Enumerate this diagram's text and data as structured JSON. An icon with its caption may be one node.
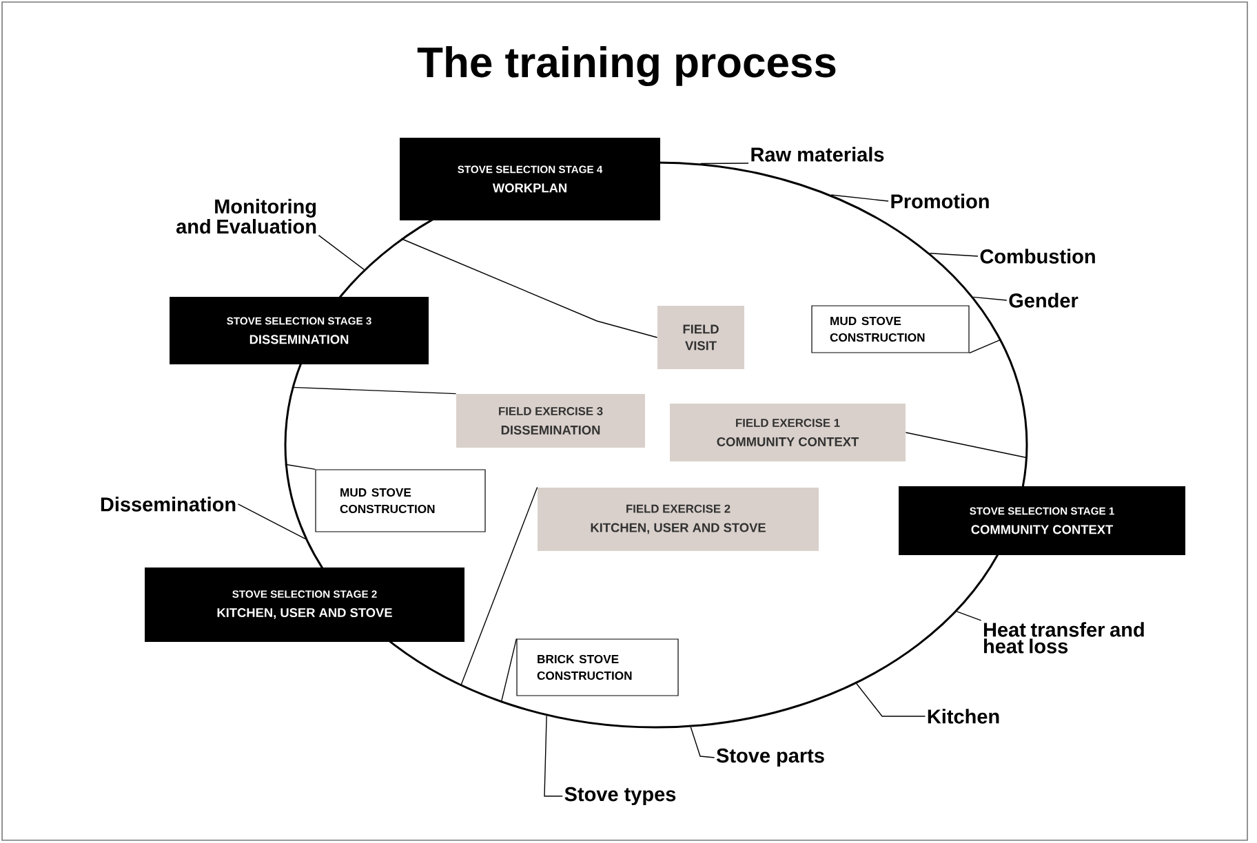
{
  "diagram": {
    "title": "The training process",
    "nodes": [
      {
        "text": [],
        "shape": "circle"
      },
      {
        "text": [
          "STOVE SELECTION STAGE 4",
          "WORKPLAN"
        ]
      },
      {
        "text": [
          "Raw materials"
        ]
      },
      {
        "text": [
          "Promotion"
        ]
      },
      {
        "text": [
          "Monitoring and Evaluation"
        ]
      },
      {
        "text": [
          "Combustion"
        ]
      },
      {
        "text": [
          "Gender"
        ]
      },
      {
        "text": [
          "STOVE SELECTION STAGE 3",
          "DISSEMINATION"
        ]
      },
      {
        "text": [
          "FIELD VISIT"
        ],
        "in": 0
      },
      {
        "text": [
          "MUD STOVE CONSTRUCTION"
        ],
        "in": 0
      },
      {
        "text": [
          "FIELD EXERCISE 3",
          "DISSEMINATION"
        ],
        "in": 0
      },
      {
        "text": [
          "FIELD EXERCISE 1",
          "COMMUNITY CONTEXT"
        ],
        "in": 0
      },
      {
        "text": [
          "MUD STOVE CONSTRUCTION"
        ],
        "in": 0
      },
      {
        "text": [
          "Dissemination"
        ]
      },
      {
        "text": [
          "FIELD EXERCISE 2",
          "KITCHEN, USER AND STOVE"
        ],
        "in": 0
      },
      {
        "text": [
          "STOVE SELECTION STAGE 1",
          "COMMUNITY CONTEXT"
        ]
      },
      {
        "text": [
          "STOVE SELECTION STAGE 2",
          "KITCHEN, USER AND STOVE"
        ]
      },
      {
        "text": [
          "Heat transfer and heat loss"
        ]
      },
      {
        "text": [
          "BRICK STOVE CONSTRUCTION"
        ],
        "in": 0
      },
      {
        "text": [
          "Kitchen"
        ]
      },
      {
        "text": [
          "Stove parts"
        ]
      },
      {
        "text": [
          "Stove types"
        ]
      }
    ],
    "edges": [
      {
        "from": 2,
        "to": 0,
        "arrow": "none"
      },
      {
        "from": 3,
        "to": 0,
        "arrow": "none"
      },
      {
        "from": 4,
        "to": 0,
        "arrow": "none"
      },
      {
        "from": 5,
        "to": 0,
        "arrow": "none"
      },
      {
        "from": 6,
        "to": 0,
        "arrow": "none"
      },
      {
        "from": 8,
        "to": 0,
        "arrow": "none"
      },
      {
        "from": 9,
        "to": 0,
        "arrow": "none"
      },
      {
        "from": 10,
        "to": 0,
        "arrow": "none"
      },
      {
        "from": 11,
        "to": 0,
        "arrow": "none"
      },
      {
        "from": 12,
        "to": 0,
        "arrow": "none"
      },
      {
        "from": 13,
        "to": 0,
        "arrow": "none"
      },
      {
        "from": 14,
        "to": 0,
        "arrow": "none"
      },
      {
        "from": 17,
        "to": 0,
        "arrow": "none"
      },
      {
        "from": 18,
        "to": 0,
        "arrow": "none"
      },
      {
        "from": 19,
        "to": 0,
        "arrow": "none"
      },
      {
        "from": 20,
        "to": 0,
        "arrow": "none"
      },
      {
        "from": 21,
        "to": 0,
        "arrow": "none"
      }
    ]
  }
}
